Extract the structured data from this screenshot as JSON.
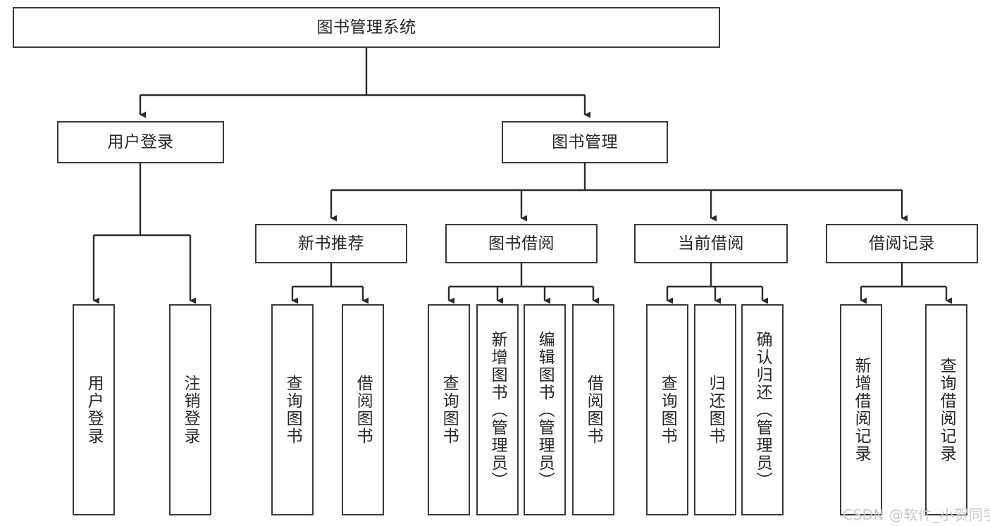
{
  "diagram": {
    "type": "tree-hierarchy",
    "title": "图书管理系统",
    "orientation": "top-down",
    "colors": {
      "background": "#ffffff",
      "box_border": "#3a3a3a",
      "box_fill": "#ffffff",
      "connector": "#2b2b2b",
      "text": "#262626",
      "watermark": "#c9c9c9"
    },
    "root": {
      "label": "图书管理系统"
    },
    "level2": [
      {
        "label": "用户登录"
      },
      {
        "label": "图书管理"
      }
    ],
    "level3": [
      {
        "label": "新书推荐"
      },
      {
        "label": "图书借阅"
      },
      {
        "label": "当前借阅"
      },
      {
        "label": "借阅记录"
      }
    ],
    "leaves": {
      "user_login": [
        {
          "label": "用户登录"
        },
        {
          "label": "注销登录"
        }
      ],
      "new_book_recommend": [
        {
          "label": "查询图书"
        },
        {
          "label": "借阅图书"
        }
      ],
      "book_borrow": [
        {
          "label": "查询图书"
        },
        {
          "label": "新增图书（管理员）"
        },
        {
          "label": "编辑图书（管理员）"
        },
        {
          "label": "借阅图书"
        }
      ],
      "current_borrow": [
        {
          "label": "查询图书"
        },
        {
          "label": "归还图书"
        },
        {
          "label": "确认归还（管理员）"
        }
      ],
      "borrow_record": [
        {
          "label": "新增借阅记录"
        },
        {
          "label": "查询借阅记录"
        }
      ]
    }
  },
  "watermark": {
    "text": "CSDN @软件_小贺同学"
  }
}
